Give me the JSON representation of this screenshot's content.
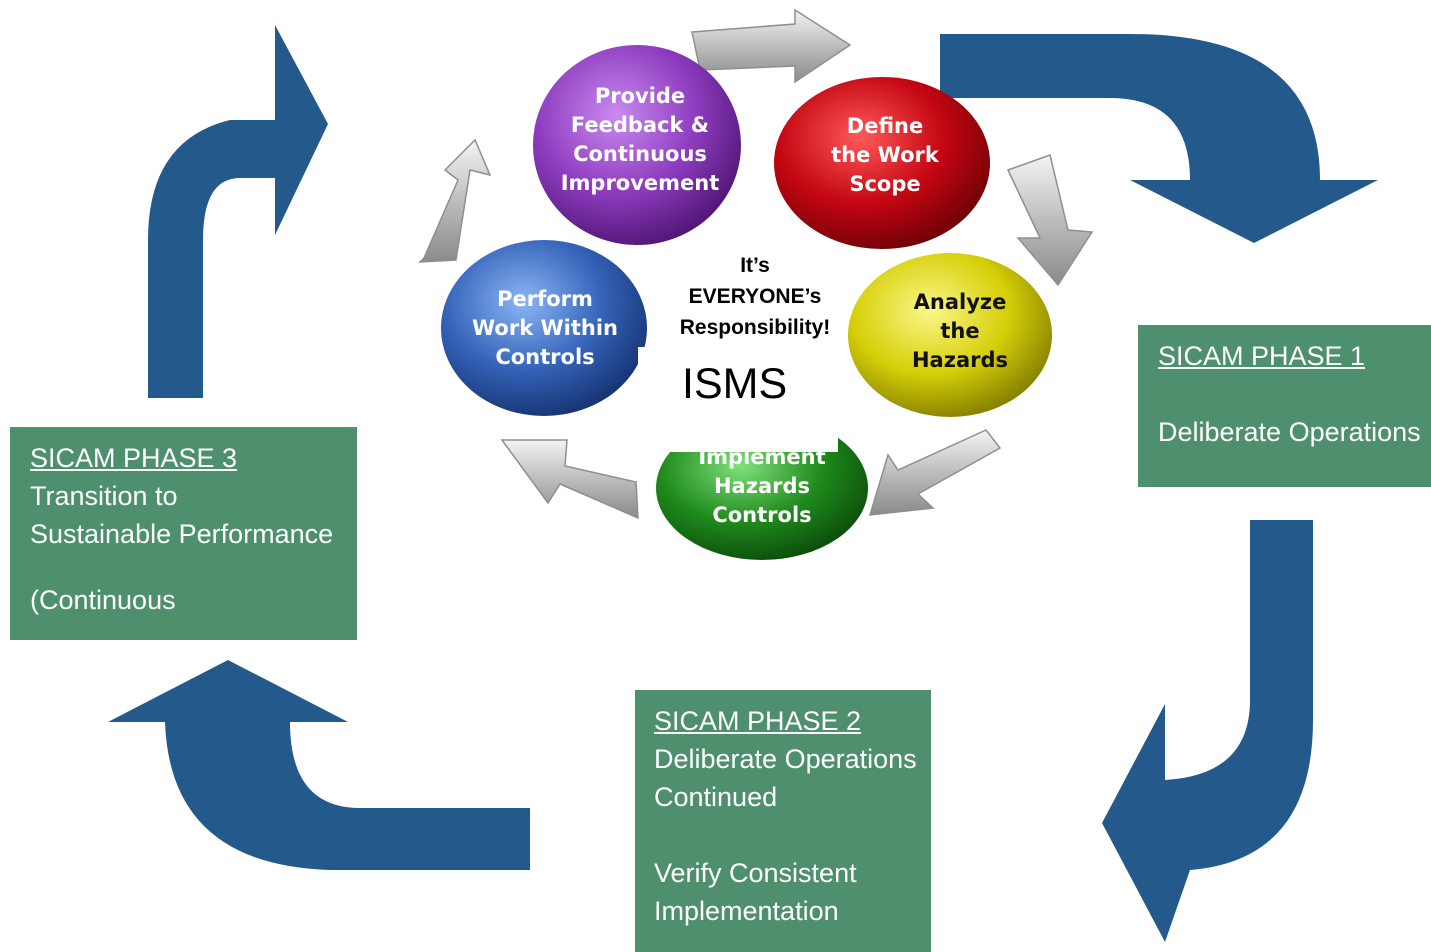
{
  "colors": {
    "big_arrow": "#235a8b",
    "phase_box": "#4e8f6e",
    "purple": "#8e3cbf",
    "red": "#c40612",
    "yellow": "#d6cf08",
    "green": "#1f8a1c",
    "blue": "#3563b8"
  },
  "isms": {
    "label": "ISMS",
    "center_lines": [
      "It’s",
      "EVERYONE’s",
      "Responsibility!"
    ],
    "steps": [
      {
        "name": "feedback",
        "lines": [
          "Provide",
          "Feedback  &",
          "Continuous",
          "Improvement"
        ]
      },
      {
        "name": "define",
        "lines": [
          "Define",
          "the Work",
          "Scope"
        ]
      },
      {
        "name": "analyze",
        "lines": [
          "Analyze",
          "the",
          "Hazards"
        ]
      },
      {
        "name": "implement",
        "lines": [
          "Implement",
          "Hazards",
          "Controls"
        ]
      },
      {
        "name": "perform",
        "lines": [
          "Perform",
          "Work Within",
          "Controls"
        ]
      }
    ]
  },
  "phases": {
    "phase1": {
      "title": "SICAM PHASE 1",
      "lines": [
        "Deliberate Operations"
      ]
    },
    "phase2": {
      "title": "SICAM PHASE 2",
      "lines": [
        "Deliberate Operations",
        "Continued",
        "Verify Consistent",
        "Implementation"
      ]
    },
    "phase3": {
      "title": "SICAM PHASE 3",
      "lines": [
        "Transition to",
        "Sustainable Performance",
        "(Continuous"
      ]
    }
  }
}
